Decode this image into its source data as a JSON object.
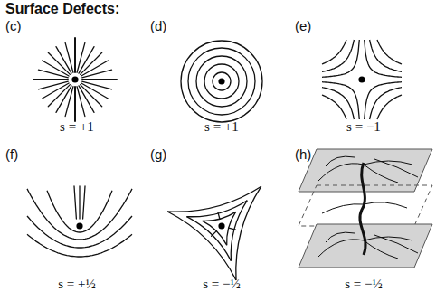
{
  "diagram": {
    "title": "Surface Defects:",
    "labels": [
      "(c)",
      "(d)",
      "(e)",
      "s = +1",
      "s = +1",
      "s = −1",
      "(f)",
      "(g)",
      "(h)",
      "s = +½",
      "s = −½",
      "s = −½"
    ]
  }
}
